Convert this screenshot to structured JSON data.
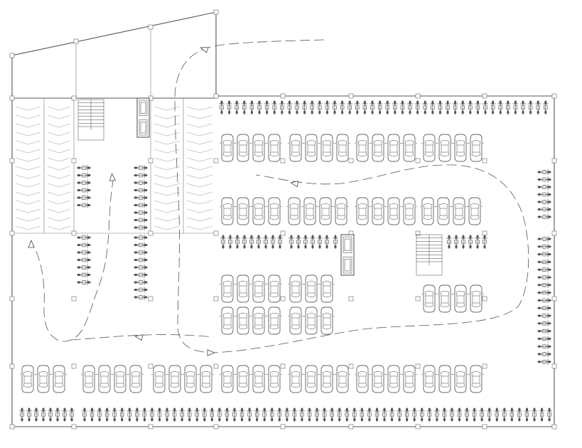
{
  "drawing": {
    "type": "parking-floor-plan",
    "cars_horizontal": 81,
    "motorcycle_rows": 10,
    "lift_cores": 2,
    "stairwells": 2,
    "colors": {
      "line": "#333333",
      "background": "#ffffff"
    }
  }
}
